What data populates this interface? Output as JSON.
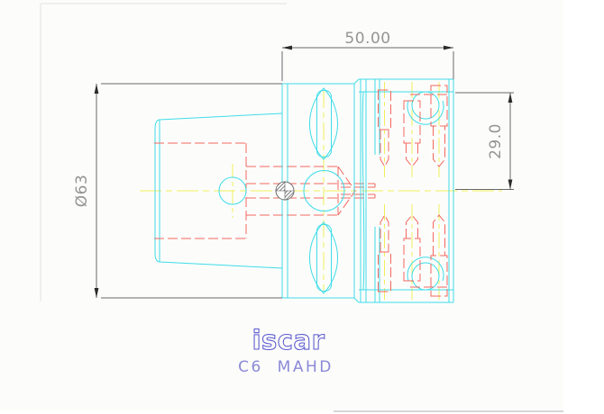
{
  "drawing": {
    "type": "cad-2d-tool-drawing",
    "dimensions": {
      "overall_width_label": "50.00",
      "flange_diameter_label": "Ø63",
      "head_half_height_label": "29.0"
    },
    "branding": {
      "logo_text": "iscar",
      "model_text": "C6  MAHD"
    },
    "colors": {
      "visible_edges": "#3fdce9",
      "hidden_edges": "#f3675f",
      "centerlines": "#f1ee5c",
      "dimension_lines": "#686868",
      "dimension_text": "#949494",
      "arrowheads": "#2a2a2a",
      "logo_blue": "#5b58cf",
      "model_text_blue": "#8b89d6",
      "sheet_frame": "#e2e2e2",
      "canvas_tint": "#fcfdfb"
    }
  }
}
